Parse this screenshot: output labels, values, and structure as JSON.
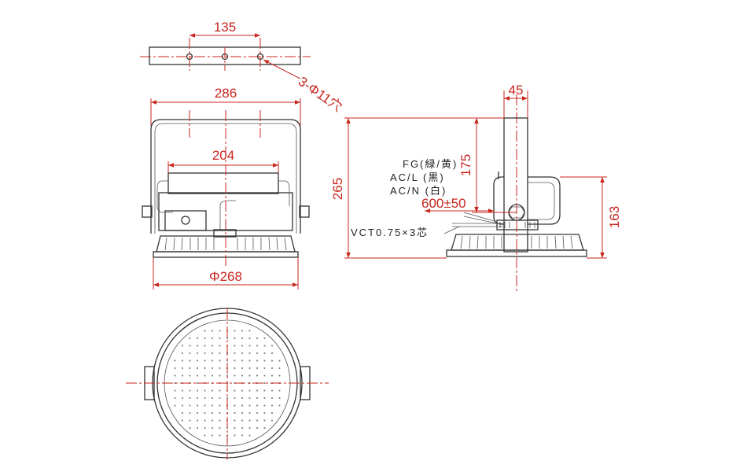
{
  "dimensions": {
    "bracket_hole_spacing": "135",
    "hole_note": "3-Φ11穴",
    "bracket_width": "286",
    "driver_width": "204",
    "body_diameter": "Φ268",
    "total_height": "265",
    "pipe_width": "45",
    "arm_length": "175",
    "mount_height": "163",
    "cable_length": "600±50"
  },
  "labels": {
    "fg": "FG(緑/黄)",
    "acl": "AC/L (黒)",
    "acn": "AC/N (白)",
    "cable": "VCT0.75×3芯"
  },
  "colors": {
    "dimension": "#c8261e",
    "outline": "#333333"
  }
}
